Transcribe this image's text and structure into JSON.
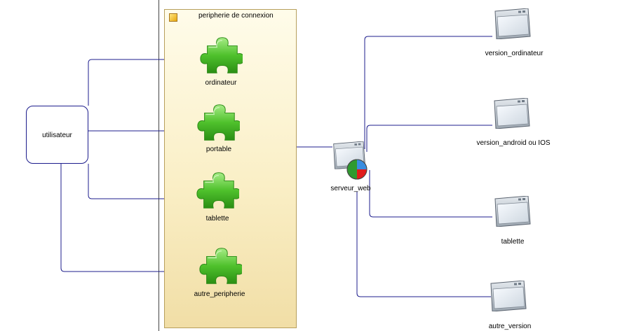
{
  "user": {
    "label": "utilisateur"
  },
  "group": {
    "title": "peripherie de connexion"
  },
  "devices": [
    {
      "label": "ordinateur"
    },
    {
      "label": "portable"
    },
    {
      "label": "tablette"
    },
    {
      "label": "autre_peripherie"
    }
  ],
  "server": {
    "label": "serveur_web"
  },
  "versions": [
    {
      "label": "version_ordinateur"
    },
    {
      "label": "version_android ou IOS"
    },
    {
      "label": "tablette"
    },
    {
      "label": "autre_version"
    }
  ],
  "colors": {
    "connector": "#1c1c8c",
    "puzzle": "#4fc12c",
    "group_fill": "#faefc6",
    "pie_green": "#2f9a2f",
    "pie_red": "#e01c1c",
    "pie_blue": "#3a8de0"
  },
  "icons": {
    "device": "puzzle-piece-icon",
    "server": "web-server-icon",
    "version": "window-icon",
    "group": "folder-icon"
  }
}
